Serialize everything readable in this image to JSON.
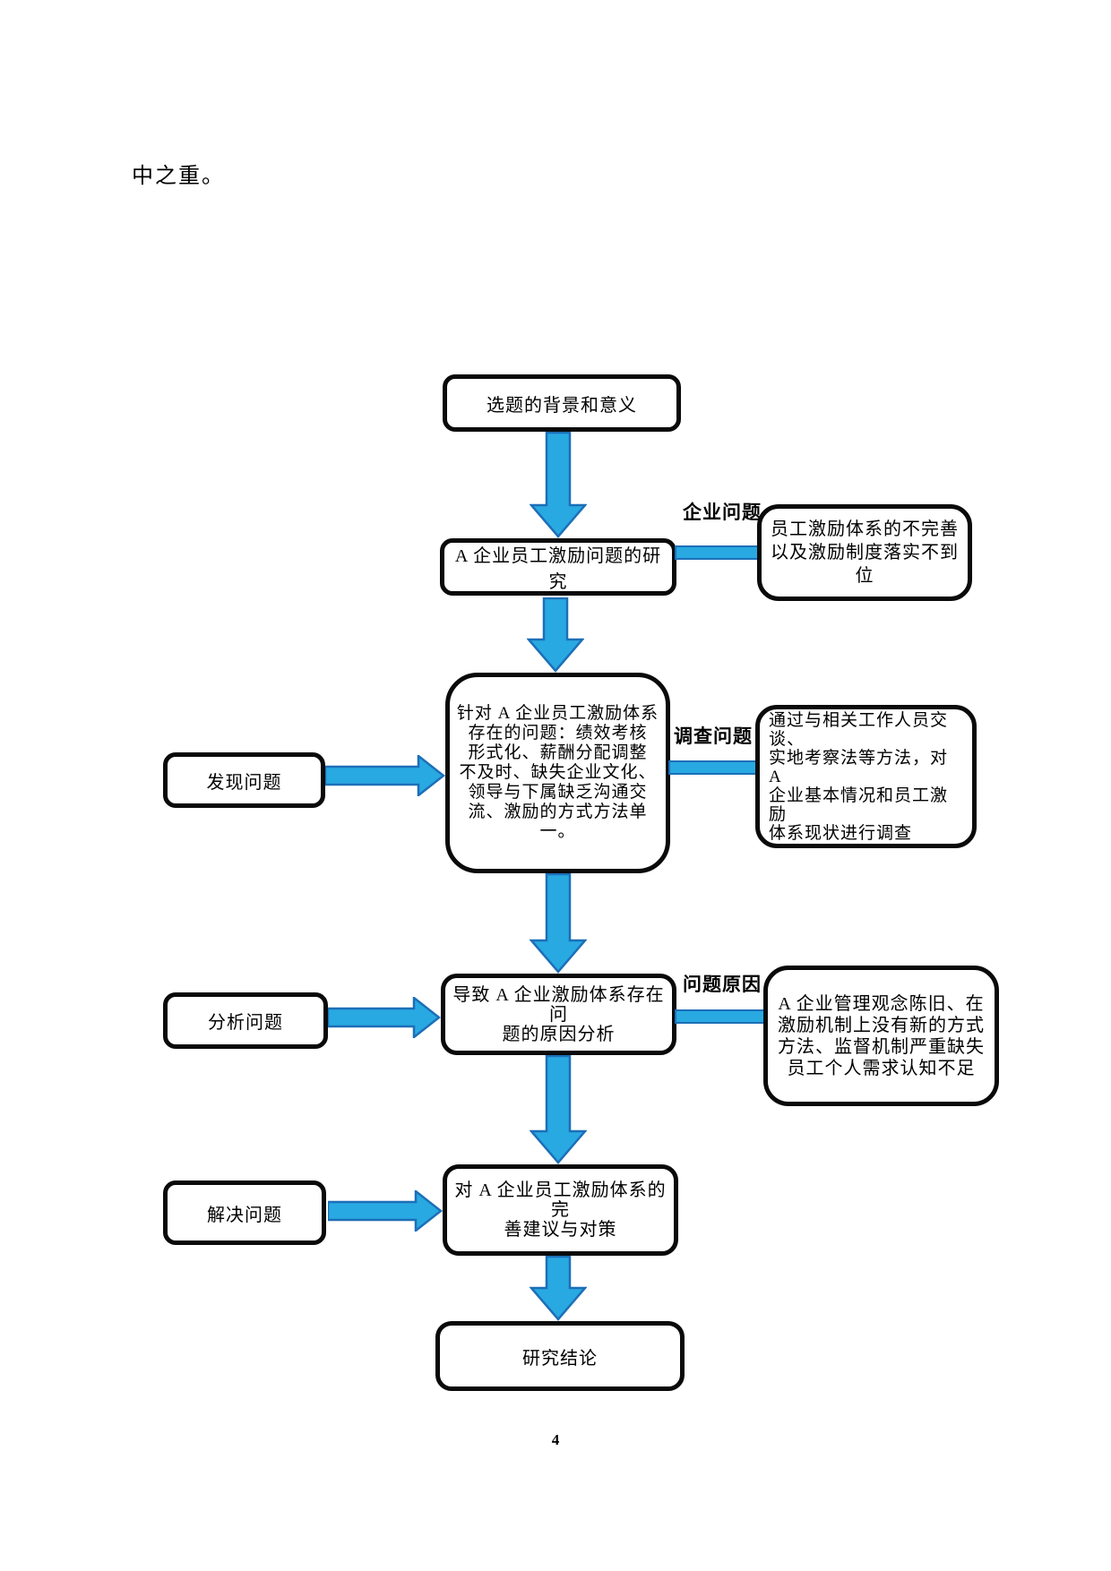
{
  "page": {
    "body_text": "中之重。",
    "page_number": "4"
  },
  "colors": {
    "arrow_fill": "#29a9e1",
    "arrow_stroke": "#1c6fb8",
    "box_border": "#0a0a0a"
  },
  "flowchart": {
    "nodes": {
      "background": {
        "text": "选题的背景和意义"
      },
      "research": {
        "text": "A 企业员工激励问题的研究"
      },
      "enterprise_problem": {
        "label": "企业问题",
        "text": "员工激励体系的不完善\n以及激励制度落实不到\n位"
      },
      "problems": {
        "text": "针对 A 企业员工激励体系\n存在的问题：绩效考核\n形式化、薪酬分配调整\n不及时、缺失企业文化、\n领导与下属缺乏沟通交\n流、激励的方式方法单\n一。"
      },
      "discover": {
        "text": "发现问题"
      },
      "survey": {
        "label": "调查问题",
        "text": "通过与相关工作人员交谈、\n实地考察法等方法，对 A\n企业基本情况和员工激励\n体系现状进行调查"
      },
      "analyze": {
        "text": "分析问题"
      },
      "cause_analysis": {
        "text": "导致 A 企业激励体系存在问\n题的原因分析"
      },
      "cause": {
        "label": "问题原因",
        "text": "A 企业管理观念陈旧、在\n激励机制上没有新的方式\n方法、监督机制严重缺失\n员工个人需求认知不足"
      },
      "solve": {
        "text": "解决问题"
      },
      "suggestions": {
        "text": "对 A 企业员工激励体系的完\n善建议与对策"
      },
      "conclusion": {
        "text": "研究结论"
      }
    }
  }
}
